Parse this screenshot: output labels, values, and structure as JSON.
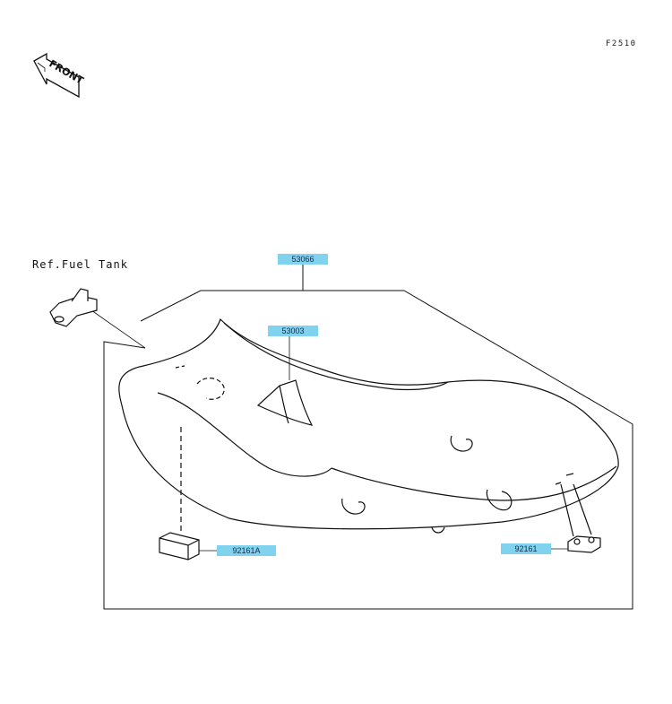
{
  "figure_code": "F2510",
  "front_marker": "FRONT",
  "reference_label": "Ref.Fuel Tank",
  "callouts": {
    "seat_assembly": "53066",
    "seat_pad": "53003",
    "damper_left": "92161A",
    "damper_right": "92161"
  }
}
